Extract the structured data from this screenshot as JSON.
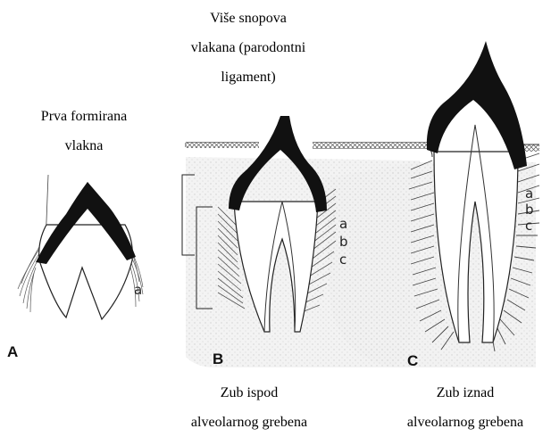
{
  "captions": {
    "b_top": [
      "Više snopova",
      "vlakana (parodontni",
      "ligament)"
    ],
    "a_top": [
      "Prva formirana",
      "vlakna"
    ],
    "b_bottom": [
      "Zub ispod",
      "alveolarnog grebena"
    ],
    "c_bottom": [
      "Zub iznad",
      "alveolarnog grebena"
    ]
  },
  "panels": {
    "a": {
      "letter": "A",
      "fiber_labels": [
        "a"
      ]
    },
    "b": {
      "letter": "B",
      "fiber_labels": [
        "a",
        "b",
        "c"
      ]
    },
    "c": {
      "letter": "C",
      "fiber_labels": [
        "a",
        "b",
        "c"
      ]
    }
  },
  "colors": {
    "enamel": "#111111",
    "tissue": "#efefef",
    "line": "#222222"
  }
}
